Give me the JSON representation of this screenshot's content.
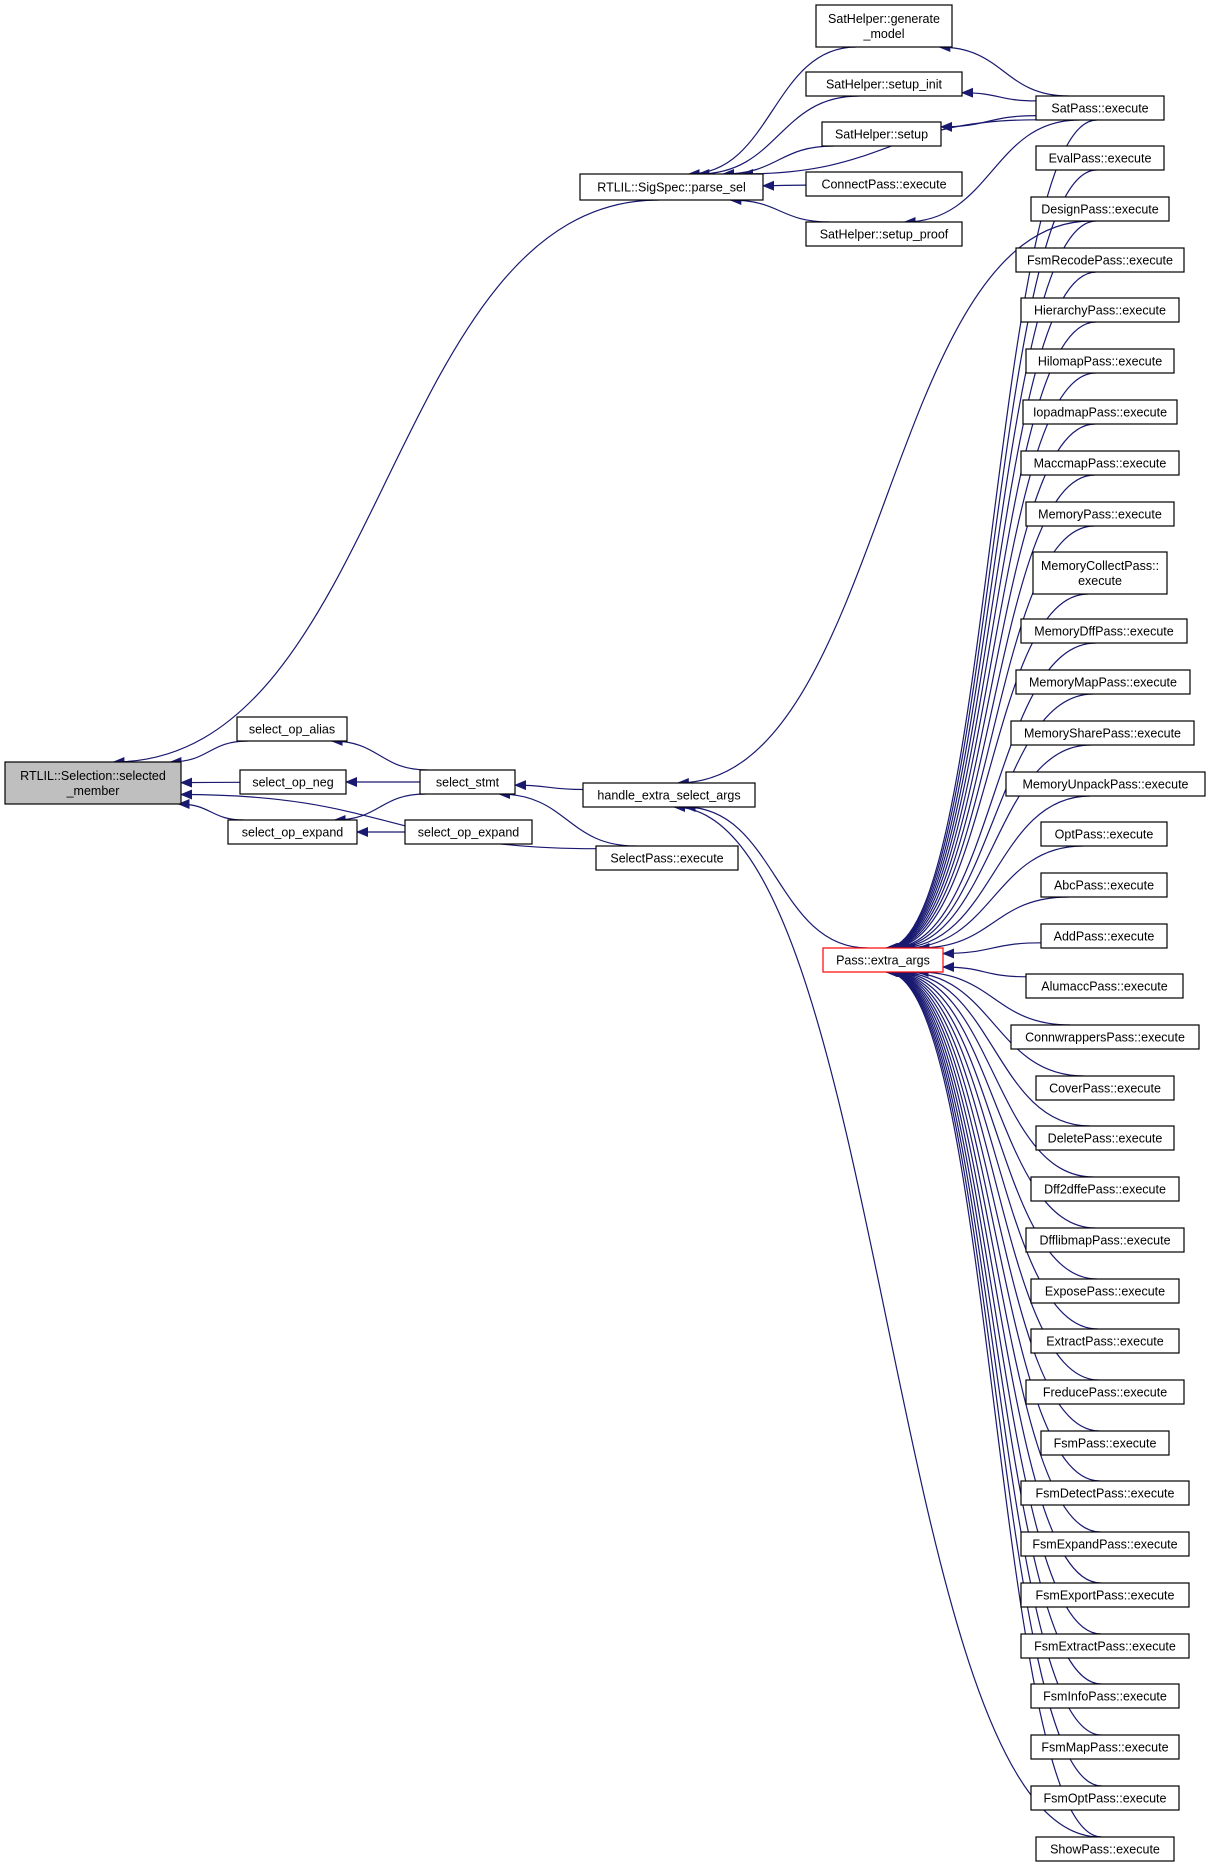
{
  "colors": {
    "edge": "#191970",
    "root_fill": "#bfbfbf",
    "node_fill": "#ffffff",
    "node_border": "#000000",
    "highlight_border": "#ff0000"
  },
  "nodes": [
    {
      "id": "root",
      "lines": [
        "RTLIL::Selection::selected",
        "_member"
      ],
      "style": "root"
    },
    {
      "id": "parse_sel",
      "lines": [
        "RTLIL::SigSpec::parse_sel"
      ]
    },
    {
      "id": "gen_model",
      "lines": [
        "SatHelper::generate",
        "_model"
      ]
    },
    {
      "id": "setup_init",
      "lines": [
        "SatHelper::setup_init"
      ]
    },
    {
      "id": "setup",
      "lines": [
        "SatHelper::setup"
      ]
    },
    {
      "id": "connect",
      "lines": [
        "ConnectPass::execute"
      ]
    },
    {
      "id": "setup_proof",
      "lines": [
        "SatHelper::setup_proof"
      ]
    },
    {
      "id": "sat",
      "lines": [
        "SatPass::execute"
      ]
    },
    {
      "id": "eval",
      "lines": [
        "EvalPass::execute"
      ]
    },
    {
      "id": "design",
      "lines": [
        "DesignPass::execute"
      ]
    },
    {
      "id": "fsmrecode",
      "lines": [
        "FsmRecodePass::execute"
      ]
    },
    {
      "id": "hierarchy",
      "lines": [
        "HierarchyPass::execute"
      ]
    },
    {
      "id": "hilomap",
      "lines": [
        "HilomapPass::execute"
      ]
    },
    {
      "id": "iopadmap",
      "lines": [
        "IopadmapPass::execute"
      ]
    },
    {
      "id": "maccmap",
      "lines": [
        "MaccmapPass::execute"
      ]
    },
    {
      "id": "memory",
      "lines": [
        "MemoryPass::execute"
      ]
    },
    {
      "id": "memcollect",
      "lines": [
        "MemoryCollectPass::",
        "execute"
      ]
    },
    {
      "id": "memdff",
      "lines": [
        "MemoryDffPass::execute"
      ]
    },
    {
      "id": "memmap",
      "lines": [
        "MemoryMapPass::execute"
      ]
    },
    {
      "id": "memshare",
      "lines": [
        "MemorySharePass::execute"
      ]
    },
    {
      "id": "memunpack",
      "lines": [
        "MemoryUnpackPass::execute"
      ]
    },
    {
      "id": "opt",
      "lines": [
        "OptPass::execute"
      ]
    },
    {
      "id": "abc",
      "lines": [
        "AbcPass::execute"
      ]
    },
    {
      "id": "add",
      "lines": [
        "AddPass::execute"
      ]
    },
    {
      "id": "alumacc",
      "lines": [
        "AlumaccPass::execute"
      ]
    },
    {
      "id": "connwrappers",
      "lines": [
        "ConnwrappersPass::execute"
      ]
    },
    {
      "id": "cover",
      "lines": [
        "CoverPass::execute"
      ]
    },
    {
      "id": "delete",
      "lines": [
        "DeletePass::execute"
      ]
    },
    {
      "id": "dff2dffe",
      "lines": [
        "Dff2dffePass::execute"
      ]
    },
    {
      "id": "dfflibmap",
      "lines": [
        "DfflibmapPass::execute"
      ]
    },
    {
      "id": "expose",
      "lines": [
        "ExposePass::execute"
      ]
    },
    {
      "id": "extract",
      "lines": [
        "ExtractPass::execute"
      ]
    },
    {
      "id": "freduce",
      "lines": [
        "FreducePass::execute"
      ]
    },
    {
      "id": "fsm",
      "lines": [
        "FsmPass::execute"
      ]
    },
    {
      "id": "fsmdetect",
      "lines": [
        "FsmDetectPass::execute"
      ]
    },
    {
      "id": "fsmexpand",
      "lines": [
        "FsmExpandPass::execute"
      ]
    },
    {
      "id": "fsmexport",
      "lines": [
        "FsmExportPass::execute"
      ]
    },
    {
      "id": "fsmextract",
      "lines": [
        "FsmExtractPass::execute"
      ]
    },
    {
      "id": "fsminfo",
      "lines": [
        "FsmInfoPass::execute"
      ]
    },
    {
      "id": "fsmmap",
      "lines": [
        "FsmMapPass::execute"
      ]
    },
    {
      "id": "fsmopt",
      "lines": [
        "FsmOptPass::execute"
      ]
    },
    {
      "id": "show",
      "lines": [
        "ShowPass::execute"
      ]
    },
    {
      "id": "alias",
      "lines": [
        "select_op_alias"
      ]
    },
    {
      "id": "neg",
      "lines": [
        "select_op_neg"
      ]
    },
    {
      "id": "expand",
      "lines": [
        "select_op_expand"
      ]
    },
    {
      "id": "expand2",
      "lines": [
        "select_op_expand"
      ]
    },
    {
      "id": "stmt",
      "lines": [
        "select_stmt"
      ]
    },
    {
      "id": "handle",
      "lines": [
        "handle_extra_select_args"
      ]
    },
    {
      "id": "selectpass",
      "lines": [
        "SelectPass::execute"
      ]
    },
    {
      "id": "extra_args",
      "lines": [
        "Pass::extra_args"
      ],
      "style": "red"
    }
  ],
  "edges": [
    [
      "parse_sel",
      "root"
    ],
    [
      "gen_model",
      "parse_sel"
    ],
    [
      "setup_init",
      "parse_sel"
    ],
    [
      "setup",
      "parse_sel"
    ],
    [
      "connect",
      "parse_sel"
    ],
    [
      "setup_proof",
      "parse_sel"
    ],
    [
      "sat",
      "parse_sel"
    ],
    [
      "sat",
      "gen_model"
    ],
    [
      "sat",
      "setup_init"
    ],
    [
      "sat",
      "setup"
    ],
    [
      "sat",
      "setup_proof"
    ],
    [
      "alias",
      "root"
    ],
    [
      "neg",
      "root"
    ],
    [
      "expand",
      "root"
    ],
    [
      "selectpass",
      "root"
    ],
    [
      "stmt",
      "alias"
    ],
    [
      "stmt",
      "neg"
    ],
    [
      "stmt",
      "expand"
    ],
    [
      "expand2",
      "expand"
    ],
    [
      "handle",
      "stmt"
    ],
    [
      "selectpass",
      "stmt"
    ],
    [
      "design",
      "handle"
    ],
    [
      "extra_args",
      "handle"
    ],
    [
      "show",
      "handle"
    ],
    [
      "sat",
      "extra_args"
    ],
    [
      "eval",
      "extra_args"
    ],
    [
      "design",
      "extra_args"
    ],
    [
      "fsmrecode",
      "extra_args"
    ],
    [
      "hierarchy",
      "extra_args"
    ],
    [
      "hilomap",
      "extra_args"
    ],
    [
      "iopadmap",
      "extra_args"
    ],
    [
      "maccmap",
      "extra_args"
    ],
    [
      "memory",
      "extra_args"
    ],
    [
      "memcollect",
      "extra_args"
    ],
    [
      "memdff",
      "extra_args"
    ],
    [
      "memmap",
      "extra_args"
    ],
    [
      "memshare",
      "extra_args"
    ],
    [
      "memunpack",
      "extra_args"
    ],
    [
      "opt",
      "extra_args"
    ],
    [
      "abc",
      "extra_args"
    ],
    [
      "add",
      "extra_args"
    ],
    [
      "alumacc",
      "extra_args"
    ],
    [
      "connwrappers",
      "extra_args"
    ],
    [
      "cover",
      "extra_args"
    ],
    [
      "delete",
      "extra_args"
    ],
    [
      "dff2dffe",
      "extra_args"
    ],
    [
      "dfflibmap",
      "extra_args"
    ],
    [
      "expose",
      "extra_args"
    ],
    [
      "extract",
      "extra_args"
    ],
    [
      "freduce",
      "extra_args"
    ],
    [
      "fsm",
      "extra_args"
    ],
    [
      "fsmdetect",
      "extra_args"
    ],
    [
      "fsmexpand",
      "extra_args"
    ],
    [
      "fsmexport",
      "extra_args"
    ],
    [
      "fsmextract",
      "extra_args"
    ],
    [
      "fsminfo",
      "extra_args"
    ],
    [
      "fsmmap",
      "extra_args"
    ],
    [
      "fsmopt",
      "extra_args"
    ],
    [
      "show",
      "extra_args"
    ]
  ]
}
